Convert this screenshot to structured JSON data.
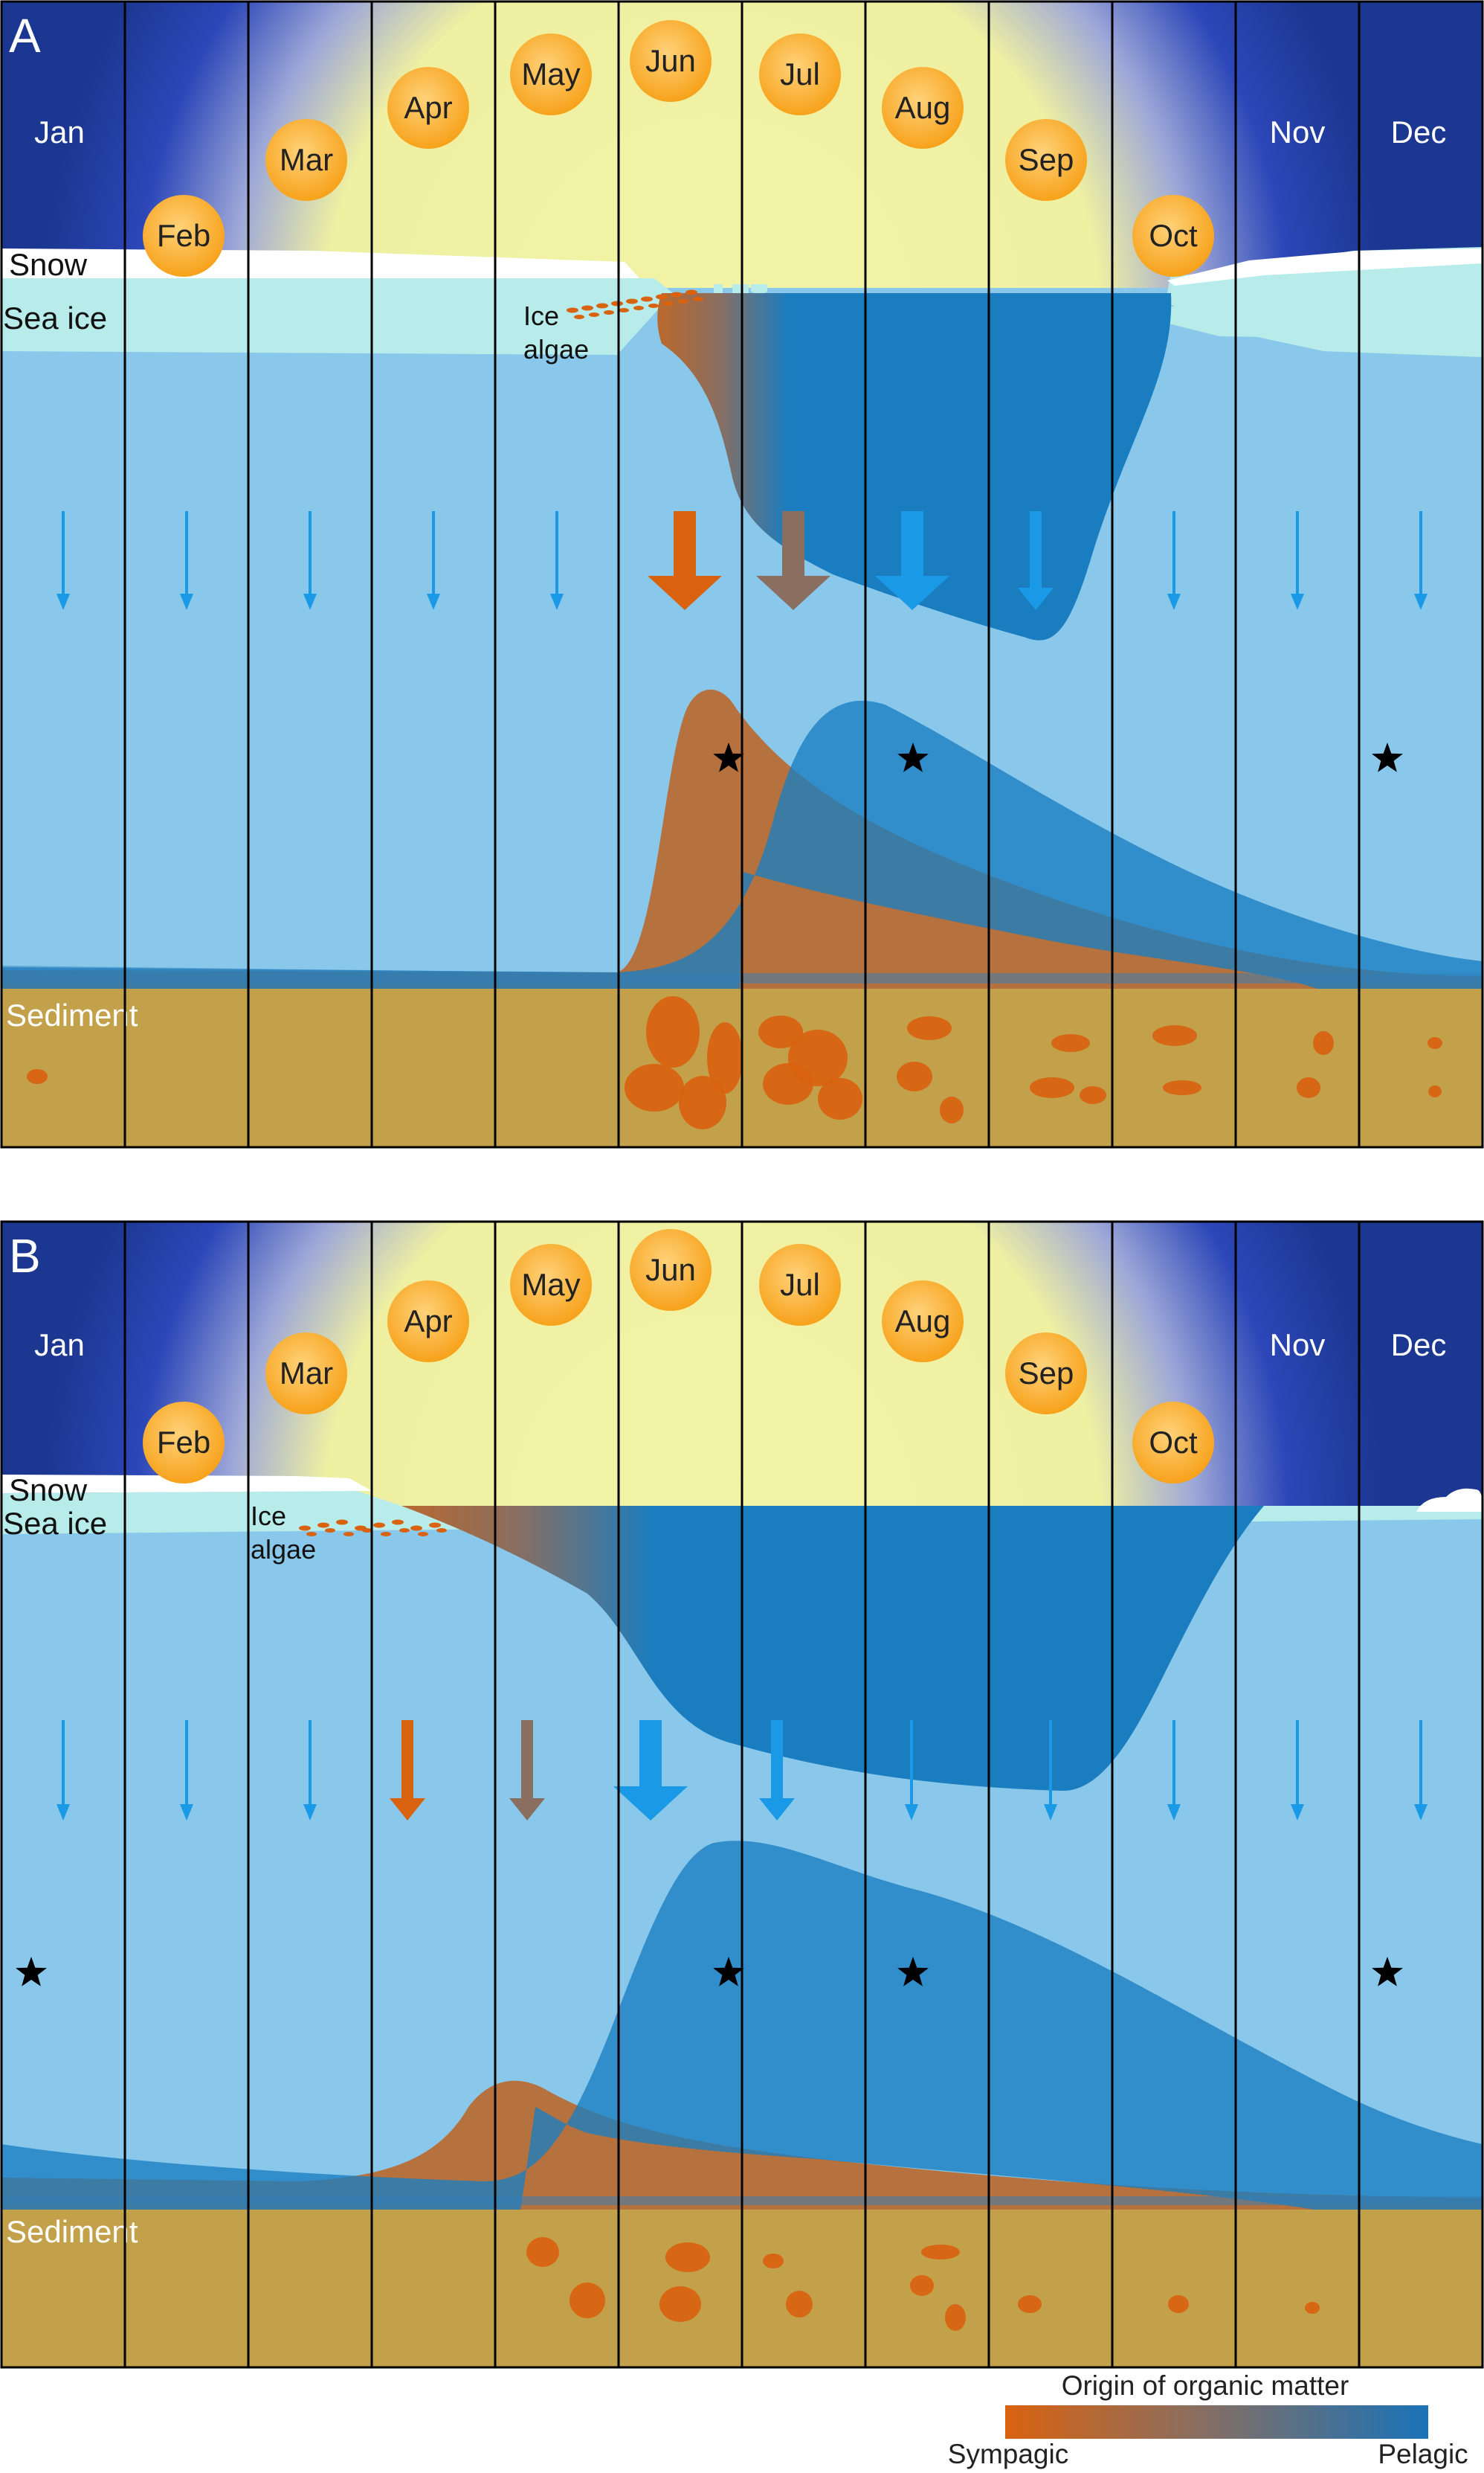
{
  "panels": [
    {
      "letter": "A",
      "months": [
        "Jan",
        "Feb",
        "Mar",
        "Apr",
        "May",
        "Jun",
        "Jul",
        "Aug",
        "Sep",
        "Oct",
        "Nov",
        "Dec"
      ],
      "snow_label": "Snow",
      "sea_ice_label": "Sea ice",
      "ice_algae_label": [
        "Ice",
        "algae"
      ],
      "sediment_label": "Sediment",
      "flux_arrows": [
        "thin-blue",
        "thin-blue",
        "thin-blue",
        "thin-blue",
        "thin-blue",
        "thick-orange",
        "thick-brown",
        "thick-blue",
        "medium-blue",
        "thin-blue",
        "thin-blue",
        "thin-blue"
      ],
      "star_months": [
        "Jul",
        "Aug",
        "Dec"
      ]
    },
    {
      "letter": "B",
      "months": [
        "Jan",
        "Feb",
        "Mar",
        "Apr",
        "May",
        "Jun",
        "Jul",
        "Aug",
        "Sep",
        "Oct",
        "Nov",
        "Dec"
      ],
      "snow_label": "Snow",
      "sea_ice_label": "Sea ice",
      "ice_algae_label": [
        "Ice",
        "algae"
      ],
      "sediment_label": "Sediment",
      "flux_arrows": [
        "thin-blue",
        "thin-blue",
        "thin-blue",
        "medium-orange",
        "medium-brown",
        "thick-blue",
        "medium-blue",
        "thin-blue",
        "thin-blue",
        "thin-blue",
        "thin-blue",
        "thin-blue"
      ],
      "star_months": [
        "Jan",
        "Jul",
        "Aug",
        "Dec"
      ]
    }
  ],
  "legend": {
    "title": "Origin of organic matter",
    "left_label": "Sympagic",
    "right_label": "Pelagic"
  },
  "colors": {
    "night_sky": "#1f3b97",
    "sunlight": "#f1f0a2",
    "snow": "#ffffff",
    "sea_ice": "#b8ecea",
    "water": "#89c8ea",
    "pelagic": "#1a7dc0",
    "sympagic": "#d9620f",
    "mixed": "#8a6e60",
    "sediment": "#c3a14a",
    "sun": "#fbb63a"
  }
}
